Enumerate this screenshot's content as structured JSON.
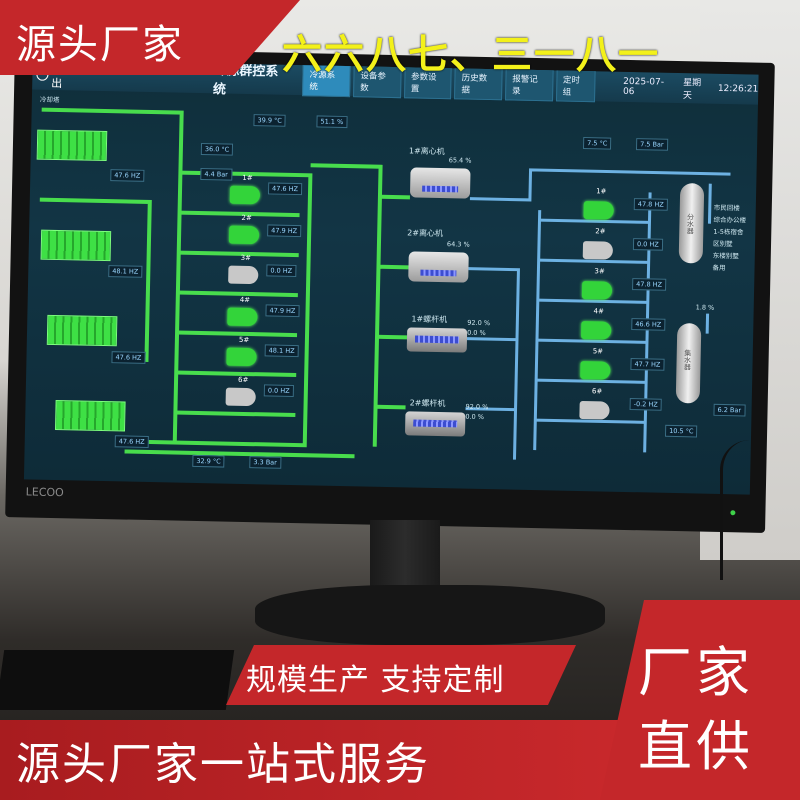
{
  "promo": {
    "corner_top_left": "源头厂家",
    "phone": "六六八七、三一八一",
    "pill": "规模生产  支持定制",
    "bottom_band": "源头厂家一站式服务",
    "corner_br_line1": "厂家",
    "corner_br_line2": "直供"
  },
  "monitor": {
    "brand": "LECOO"
  },
  "scada": {
    "back": "退出",
    "title": "冷源群控系统",
    "tabs": [
      "冷源系统",
      "设备参数",
      "参数设置",
      "历史数据",
      "报警记录",
      "定时组"
    ],
    "date": "2025-07-06",
    "weekday": "星期天",
    "time": "12:26:21",
    "tower_title": "冷却塔",
    "outdoor_temp": "39.9 °C",
    "outdoor_hum": "51.1 %",
    "cw_return_temp": "36.0 °C",
    "cw_return_press": "4.4 Bar",
    "cw_supply_temp": "32.9 °C",
    "cw_supply_press": "3.3 Bar",
    "chw_supply_temp": "7.5 °C",
    "chw_supply_press": "7.5 Bar",
    "chw_return_temp": "10.5 °C",
    "chw_return_press": "6.2 Bar",
    "bypass": "1.8 %",
    "towers": [
      "47.6 HZ",
      "48.1 HZ",
      "47.6 HZ",
      "47.6 HZ"
    ],
    "cw_pumps": [
      {
        "name": "1#",
        "hz": "47.6 HZ"
      },
      {
        "name": "2#",
        "hz": "47.9 HZ"
      },
      {
        "name": "3#",
        "hz": "0.0 HZ"
      },
      {
        "name": "4#",
        "hz": "47.9 HZ"
      },
      {
        "name": "5#",
        "hz": "48.1 HZ"
      },
      {
        "name": "6#",
        "hz": "0.0 HZ"
      }
    ],
    "chillers": [
      {
        "name": "1#离心机",
        "load": "65.4 %"
      },
      {
        "name": "2#离心机",
        "load": "64.3 %"
      },
      {
        "name": "1#螺杆机",
        "load": "92.0 %",
        "load2": "0.0 %"
      },
      {
        "name": "2#螺杆机",
        "load": "92.0 %",
        "load2": "0.0 %"
      }
    ],
    "chw_pumps": [
      {
        "name": "1#",
        "hz": "47.8 HZ"
      },
      {
        "name": "2#",
        "hz": "0.0 HZ"
      },
      {
        "name": "3#",
        "hz": "47.8 HZ"
      },
      {
        "name": "4#",
        "hz": "46.6 HZ"
      },
      {
        "name": "5#",
        "hz": "47.7 HZ"
      },
      {
        "name": "6#",
        "hz": "-0.2 HZ"
      }
    ],
    "tank_supply": "分水器",
    "tank_return": "集水器",
    "legend": [
      "市民回楼",
      "综合办公楼",
      "1-5栋宿舍",
      "区别墅",
      "东楼别墅",
      "备用"
    ]
  },
  "colors": {
    "promo_red": "#c4272a",
    "phone_yellow": "#f3f11a",
    "pipe_green": "#4ff04f",
    "pipe_blue": "#7ec8ff"
  }
}
